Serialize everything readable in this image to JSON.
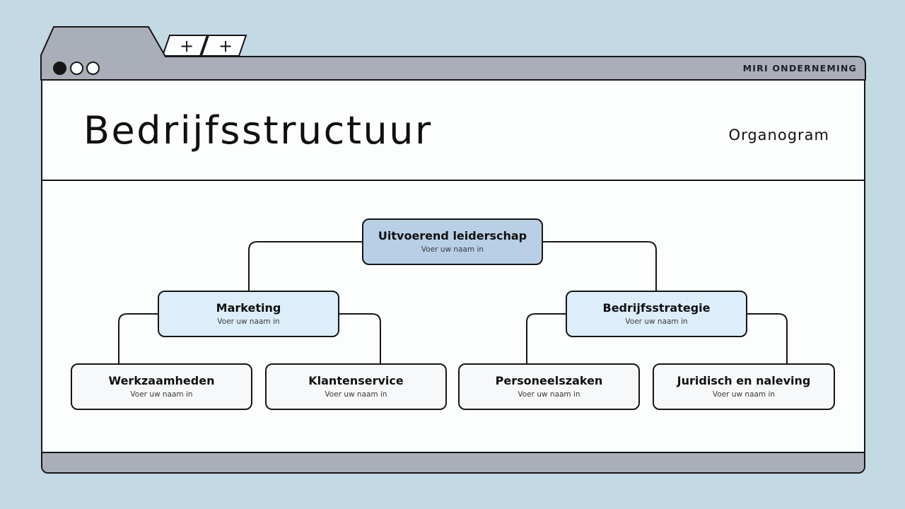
{
  "window": {
    "brand": "MIRI ONDERNEMING",
    "tabs": [
      {
        "name": "new-tab-1",
        "plus_label": "+"
      },
      {
        "name": "new-tab-2",
        "plus_label": "+"
      }
    ],
    "dots": 3
  },
  "header": {
    "title": "Bedrijfsstructuur",
    "subtitle": "Organogram"
  },
  "chart": {
    "type": "org-tree",
    "nodes": [
      {
        "label": "Uitvoerend leiderschap",
        "sub": "Voer uw naam in",
        "level": 1,
        "parent": null
      },
      {
        "label": "Marketing",
        "sub": "Voer uw naam in",
        "level": 2,
        "parent": "Uitvoerend leiderschap"
      },
      {
        "label": "Bedrijfsstrategie",
        "sub": "Voer uw naam in",
        "level": 2,
        "parent": "Uitvoerend leiderschap"
      },
      {
        "label": "Werkzaamheden",
        "sub": "Voer uw naam in",
        "level": 3,
        "parent": "Marketing"
      },
      {
        "label": "Klantenservice",
        "sub": "Voer uw naam in",
        "level": 3,
        "parent": "Marketing"
      },
      {
        "label": "Personeelszaken",
        "sub": "Voer uw naam in",
        "level": 3,
        "parent": "Bedrijfsstrategie"
      },
      {
        "label": "Juridisch en naleving",
        "sub": "Voer uw naam in",
        "level": 3,
        "parent": "Bedrijfsstrategie"
      }
    ]
  },
  "colors": {
    "page_bg": "#c3d9e3",
    "chrome_gray": "#a9aeb9",
    "surface_white": "#fcfefd",
    "level1_fill": "#b8cfe5",
    "level2_fill": "#dbeefa",
    "level3_fill": "#f7f8f9",
    "outline": "#161616"
  }
}
